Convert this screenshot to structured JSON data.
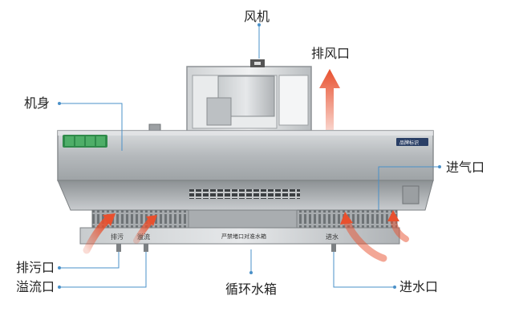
{
  "labels": {
    "fan": "风机",
    "exhaust_outlet": "排风口",
    "body": "机身",
    "air_inlet": "进气口",
    "drain_outlet": "排污口",
    "overflow_outlet": "溢流口",
    "circulating_tank": "循环水箱",
    "water_inlet": "进水口"
  },
  "panel_text": {
    "drain": "排污",
    "overflow": "溢流",
    "tank_note": "严禁堵口对准水箱",
    "water_in": "进水",
    "brand_badge": "品牌标识"
  },
  "colors": {
    "callout_line": "#4a90c8",
    "arrow": "#e8502e",
    "steel": "#b8bcc0"
  }
}
